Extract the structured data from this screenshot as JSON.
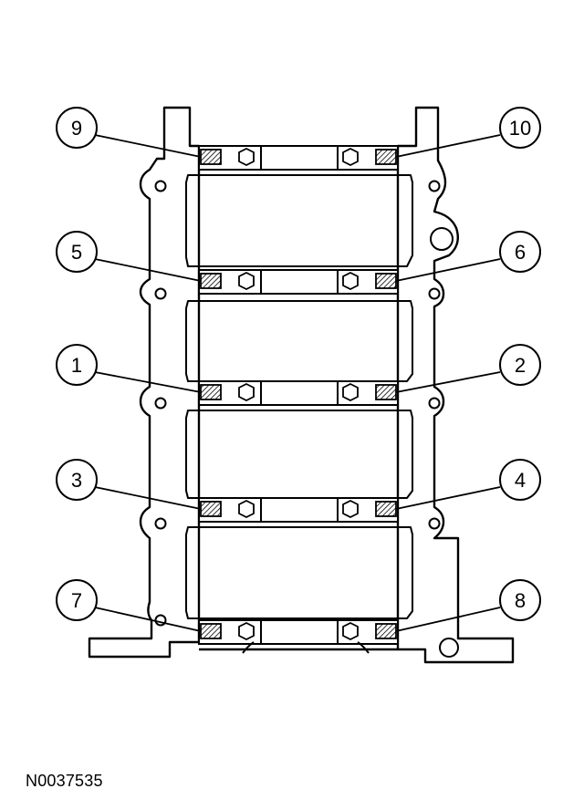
{
  "figure_id": "N0037535",
  "callouts": [
    "9",
    "10",
    "5",
    "6",
    "1",
    "2",
    "3",
    "4",
    "7",
    "8"
  ]
}
